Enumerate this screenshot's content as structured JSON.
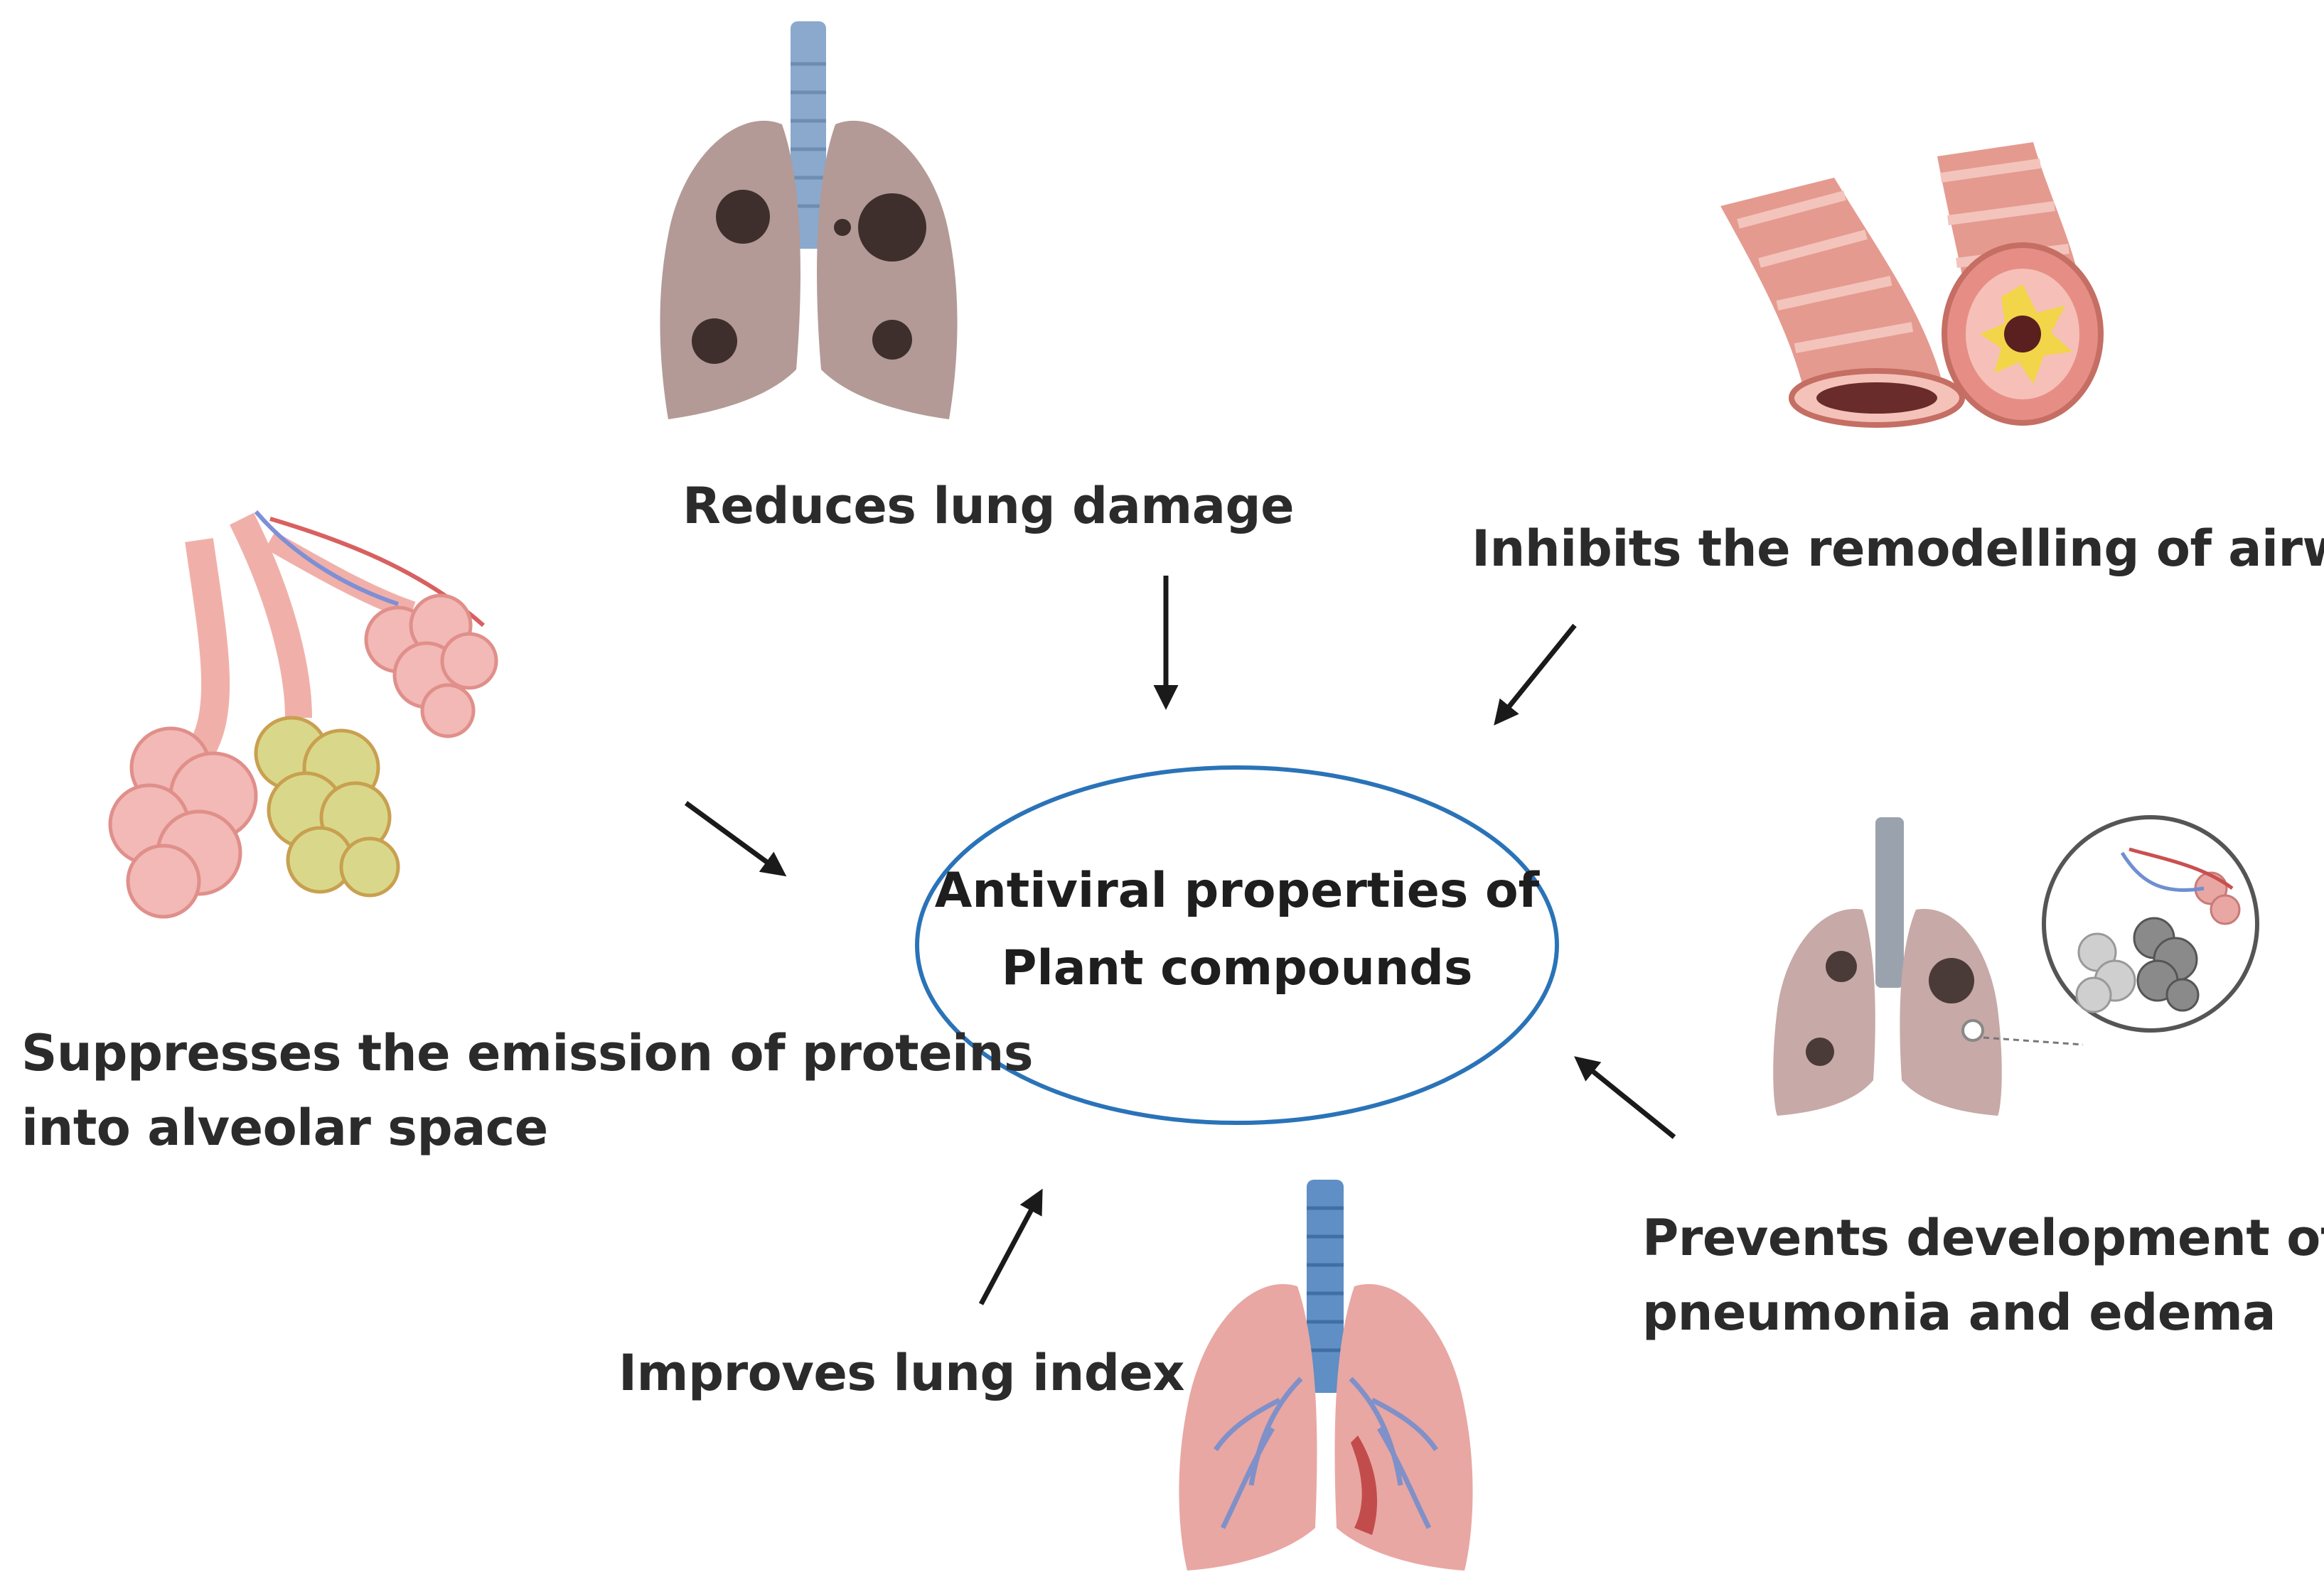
{
  "center": {
    "line1": "Antiviral properties of",
    "line2": "Plant compounds"
  },
  "effects": {
    "lung_damage": "Reduces lung damage",
    "airway": "Inhibits the remodelling of airway",
    "proteins_line1": "Suppresses the emission of proteins",
    "proteins_line2": "into alveolar space",
    "pneumonia_line1": "Prevents development of",
    "pneumonia_line2": "pneumonia and edema",
    "lung_index": "Improves lung index"
  },
  "colors": {
    "ellipse_stroke": "#2a73b8",
    "lung_damaged": "#b39a96",
    "lung_healthy": "#e8a7a3",
    "trachea": "#8aa9cc",
    "airway": "#e59a8f",
    "alveoli": "#f2b9b6",
    "alveoli_infected": "#d9d88a",
    "arrow": "#1a1a1a"
  }
}
